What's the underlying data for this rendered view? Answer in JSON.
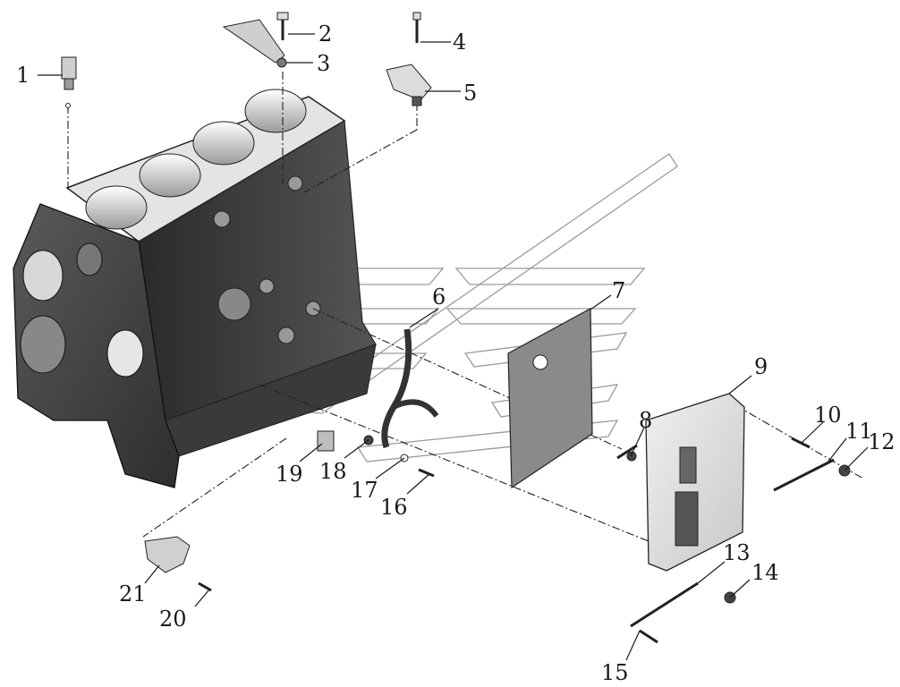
{
  "diagram": {
    "type": "exploded-parts-view",
    "colors": {
      "line": "#1a1a1a",
      "part_dark": "#3c3c3c",
      "part_mid": "#7a7a7a",
      "part_light": "#d8d8d8",
      "watermark": "#9a9a9a"
    },
    "callouts": [
      "1",
      "2",
      "3",
      "4",
      "5",
      "6",
      "7",
      "8",
      "9",
      "10",
      "11",
      "12",
      "13",
      "14",
      "15",
      "16",
      "17",
      "18",
      "19",
      "20",
      "21"
    ]
  }
}
